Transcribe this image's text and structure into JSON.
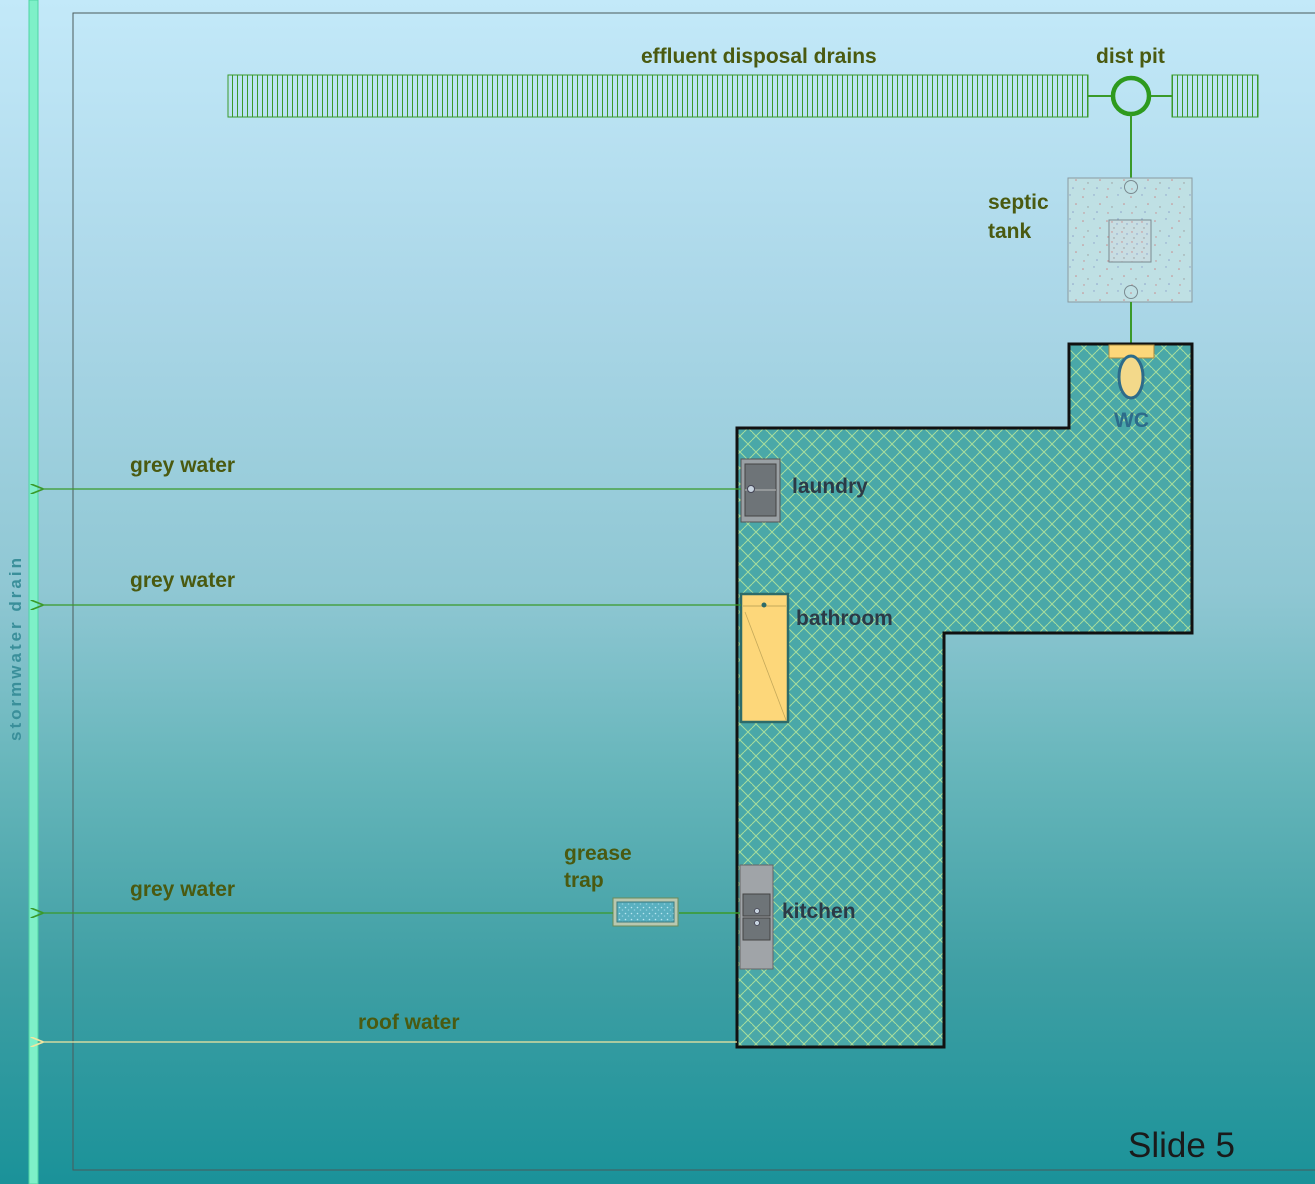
{
  "labels": {
    "drains": "effluent disposal drains",
    "dist_pit": "dist pit",
    "septic_line1": "septic",
    "septic_line2": "tank",
    "wc": "WC",
    "laundry": "laundry",
    "bathroom": "bathroom",
    "kitchen": "kitchen",
    "grease_line1": "grease",
    "grease_line2": "trap",
    "grey_water": "grey water",
    "roof_water": "roof water",
    "stormwater_drain": "stormwater drain",
    "slide_number": "Slide 5"
  },
  "colors": {
    "pipe_green": "#3a9a2a",
    "roof_pipe": "#f2e6a0",
    "storm_drain": "#7ef0c8",
    "house_fill": "#4aa8a8",
    "house_pattern": "#b8e89a",
    "label_olive": "#4a5a10",
    "fixture_yellow": "#fdd77a"
  }
}
